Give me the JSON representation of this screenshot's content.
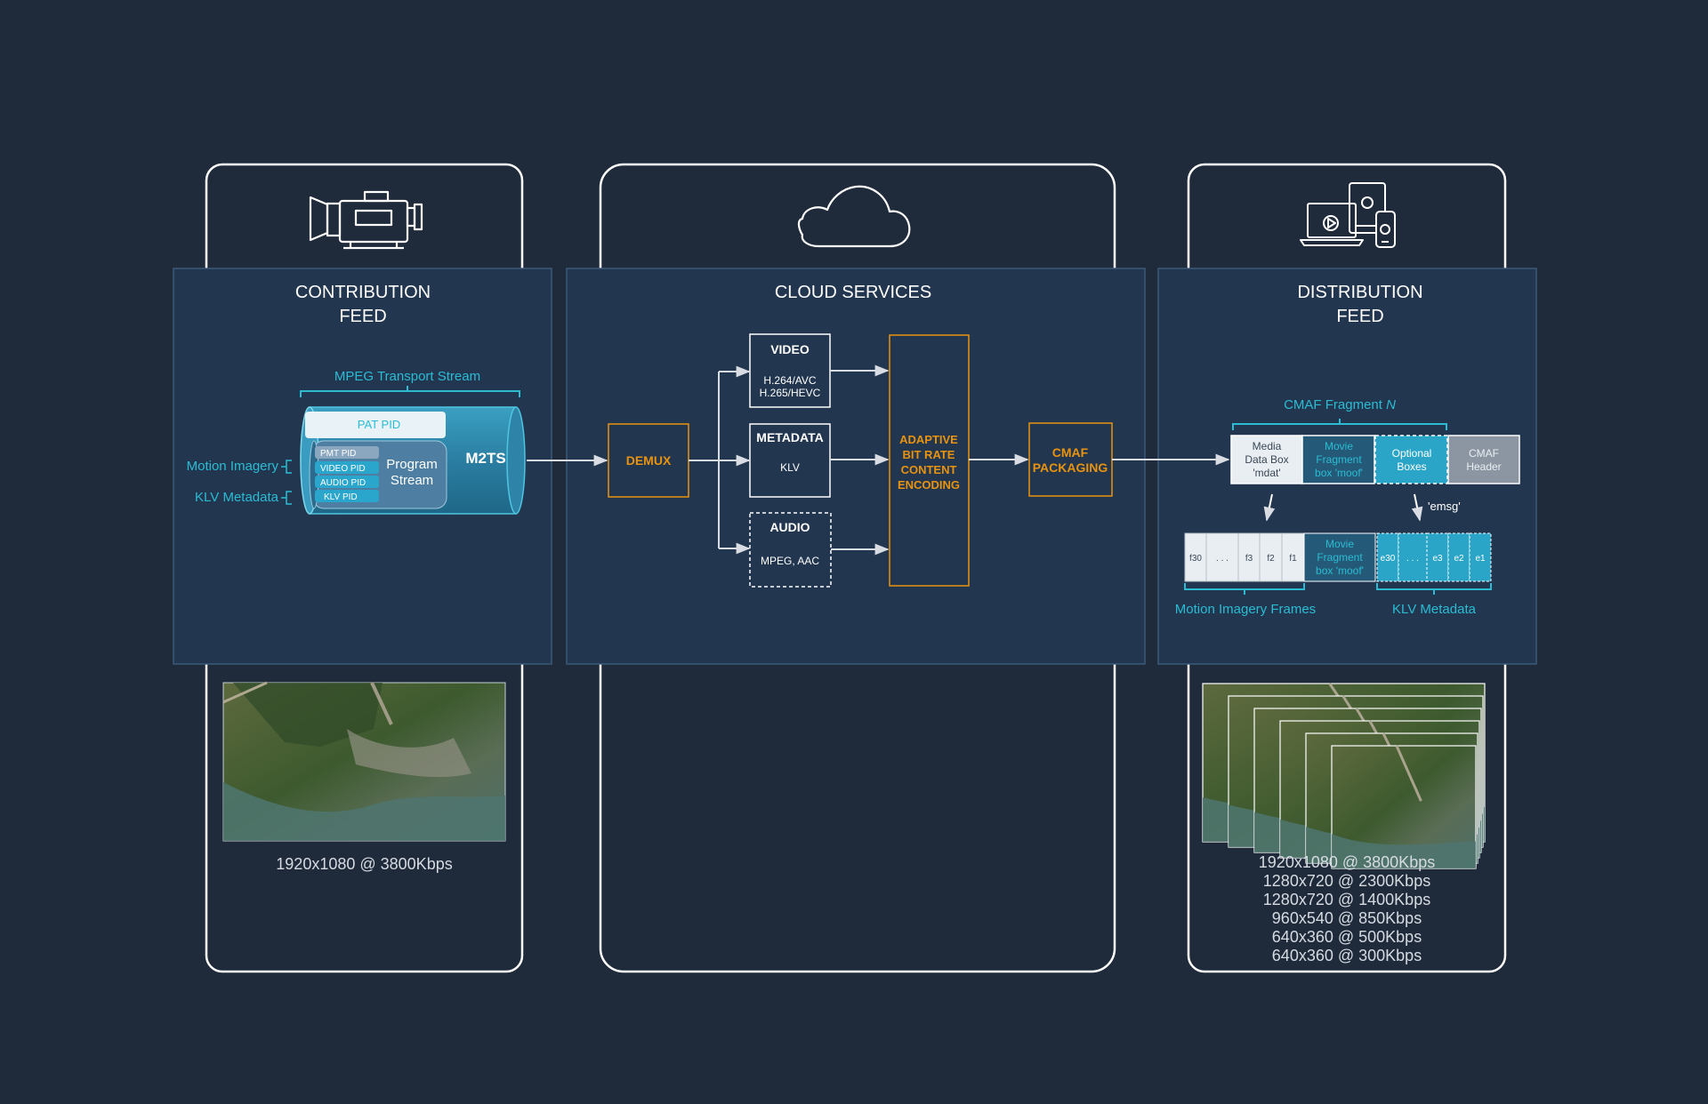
{
  "colors": {
    "background": "#1f2a3a",
    "panel": "#22364f",
    "teal": "#2bbcd4",
    "orange": "#e8930f",
    "white": "#ffffff"
  },
  "icons": {
    "contribution": "video-camera-icon",
    "cloud": "cloud-icon",
    "distribution": "devices-icon"
  },
  "contribution": {
    "title_line1": "CONTRIBUTION",
    "title_line2": "FEED",
    "mpeg_label": "MPEG Transport Stream",
    "pat_pid": "PAT PID",
    "pmt_pid": "PMT PID",
    "video_pid": "VIDEO PID",
    "audio_pid": "AUDIO PID",
    "klv_pid": "KLV PID",
    "program_line1": "Program",
    "program_line2": "Stream",
    "m2ts": "M2TS",
    "motion_imagery": "Motion Imagery",
    "klv_metadata": "KLV Metadata",
    "caption": "1920x1080 @ 3800Kbps"
  },
  "cloud": {
    "title": "CLOUD SERVICES",
    "demux": "DEMUX",
    "video_title": "VIDEO",
    "video_line1": "H.264/AVC",
    "video_line2": "H.265/HEVC",
    "metadata_title": "METADATA",
    "metadata_line1": "KLV",
    "audio_title": "AUDIO",
    "audio_line1": "MPEG, AAC",
    "abr_line1": "ADAPTIVE",
    "abr_line2": "BIT RATE",
    "abr_line3": "CONTENT",
    "abr_line4": "ENCODING",
    "cmaf_line1": "CMAF",
    "cmaf_line2": "PACKAGING"
  },
  "distribution": {
    "title_line1": "DISTRIBUTION",
    "title_line2": "FEED",
    "fragment_label": "CMAF Fragment",
    "fragment_n": "N",
    "mdat_line1": "Media",
    "mdat_line2": "Data Box",
    "mdat_line3": "'mdat'",
    "moof_line1": "Movie",
    "moof_line2": "Fragment",
    "moof_line3": "box 'moof'",
    "optional_line1": "Optional",
    "optional_line2": "Boxes",
    "header_line1": "CMAF",
    "header_line2": "Header",
    "emsg": "'emsg'",
    "frames": [
      "f30",
      ". . .",
      "f3",
      "f2",
      "f1"
    ],
    "klv_cells": [
      "e30",
      ". . .",
      "e3",
      "e2",
      "e1"
    ],
    "motion_frames_label": "Motion Imagery Frames",
    "klv_metadata_label": "KLV Metadata",
    "renditions": [
      "1920x1080 @ 3800Kbps",
      "1280x720 @ 2300Kbps",
      "1280x720 @ 1400Kbps",
      "960x540 @ 850Kbps",
      "640x360 @ 500Kbps",
      "640x360 @ 300Kbps"
    ]
  }
}
